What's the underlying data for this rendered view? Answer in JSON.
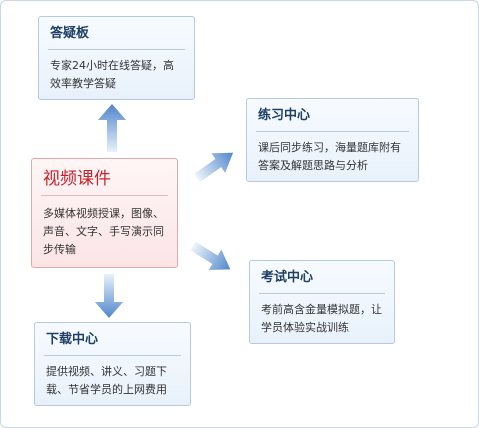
{
  "nodes": {
    "qa": {
      "title": "答疑板",
      "desc": "专家24小时在线答疑，高效率教学答疑"
    },
    "practice": {
      "title": "练习中心",
      "desc": "课后同步练习，海量题库附有答案及解题思路与分析"
    },
    "video": {
      "title": "视频课件",
      "desc": "多媒体视频授课，图像、声音、文字、手写演示同步传输"
    },
    "exam": {
      "title": "考试中心",
      "desc": "考前高含金量模拟题，让学员体验实战训练"
    },
    "download": {
      "title": "下载中心",
      "desc": "提供视频、讲义、习题下载、节省学员的上网费用"
    }
  },
  "colors": {
    "accent_main": "#c8232c",
    "title_blue": "#1f3f66",
    "arrow_blue": "#5b8fd0"
  }
}
